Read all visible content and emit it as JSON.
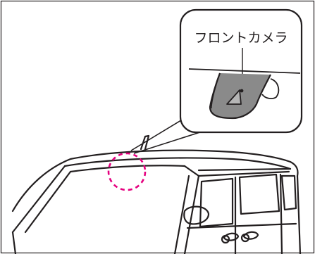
{
  "callout": {
    "label": "フロントカメラ"
  },
  "colors": {
    "line": "#231f20",
    "highlight": "#e5007f",
    "camera_fill": "#8a8a8a",
    "background": "#ffffff"
  },
  "icons": {
    "camera_position_marker": "dashed-circle",
    "camera_mount": "camera-housing"
  }
}
